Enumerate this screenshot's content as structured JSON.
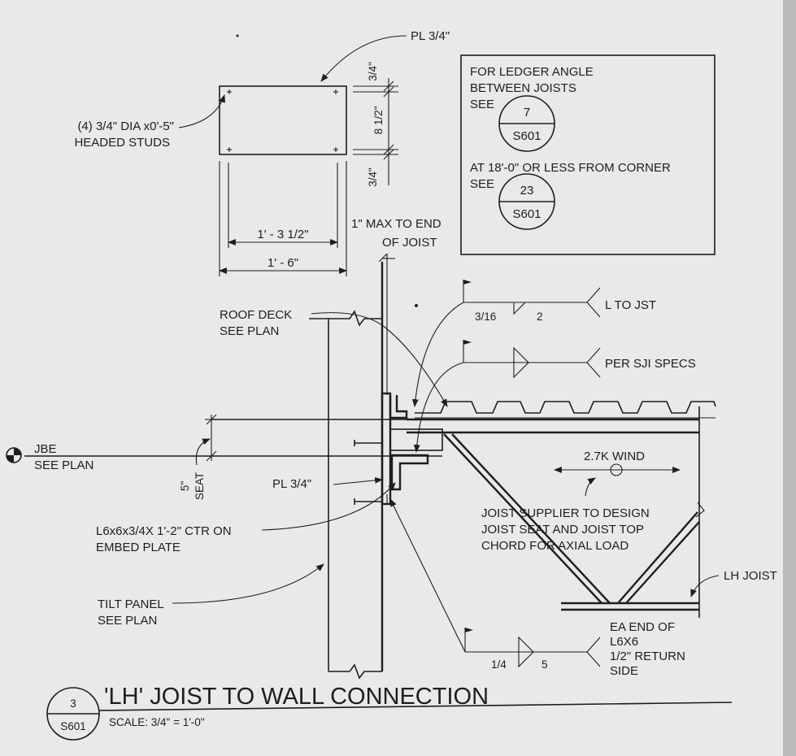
{
  "title": {
    "text": "'LH' JOIST TO WALL CONNECTION",
    "scale": "SCALE:  3/4\" = 1'-0\"",
    "bubble_num": "3",
    "bubble_sheet": "S601"
  },
  "notes_box": {
    "line1": "FOR LEDGER ANGLE",
    "line2": "BETWEEN JOISTS",
    "see1": "SEE",
    "ref1_num": "7",
    "ref1_sheet": "S601",
    "line3": "AT 18'-0\" OR LESS FROM CORNER",
    "see2": "SEE",
    "ref2_num": "23",
    "ref2_sheet": "S601"
  },
  "plate": {
    "pl_label": "PL 3/4\"",
    "studs_line1": "(4) 3/4\" DIA x0'-5\"",
    "studs_line2": "HEADED STUDS",
    "dim_top": "3/4\"",
    "dim_mid": "8 1/2\"",
    "dim_bot": "3/4\"",
    "dim_inner": "1' - 3 1/2\"",
    "dim_outer": "1' - 6\""
  },
  "labels": {
    "max_line1": "1\" MAX TO END",
    "max_line2": "OF JOIST",
    "roof_line1": "ROOF DECK",
    "roof_line2": "SEE PLAN",
    "jbe_line1": "JBE",
    "jbe_line2": "SEE PLAN",
    "seat_dim": "5\"",
    "seat_label": "SEAT",
    "pl_embed": "PL 3/4\"",
    "angle_line1": "L6x6x3/4X 1'-2\" CTR ON",
    "angle_line2": "EMBED PLATE",
    "tilt_line1": "TILT PANEL",
    "tilt_line2": "SEE PLAN",
    "wind": "2.7K WIND",
    "supplier_line1": "JOIST SUPPLIER TO DESIGN",
    "supplier_line2": "JOIST SEAT AND JOIST TOP",
    "supplier_line3": "CHORD FOR AXIAL LOAD",
    "lh_joist": "LH JOIST"
  },
  "welds": {
    "w1_size": "3/16",
    "w1_len": "2",
    "w1_note": "L TO JST",
    "w2_note": "PER SJI SPECS",
    "w3_size": "1/4",
    "w3_len": "5",
    "w3_line1": "EA END OF",
    "w3_line2": "L6X6",
    "w3_line3": "1/2\" RETURN",
    "w3_line4": "SIDE"
  },
  "colors": {
    "paper": "#e9e9e7",
    "ink": "#1e1e1e"
  }
}
